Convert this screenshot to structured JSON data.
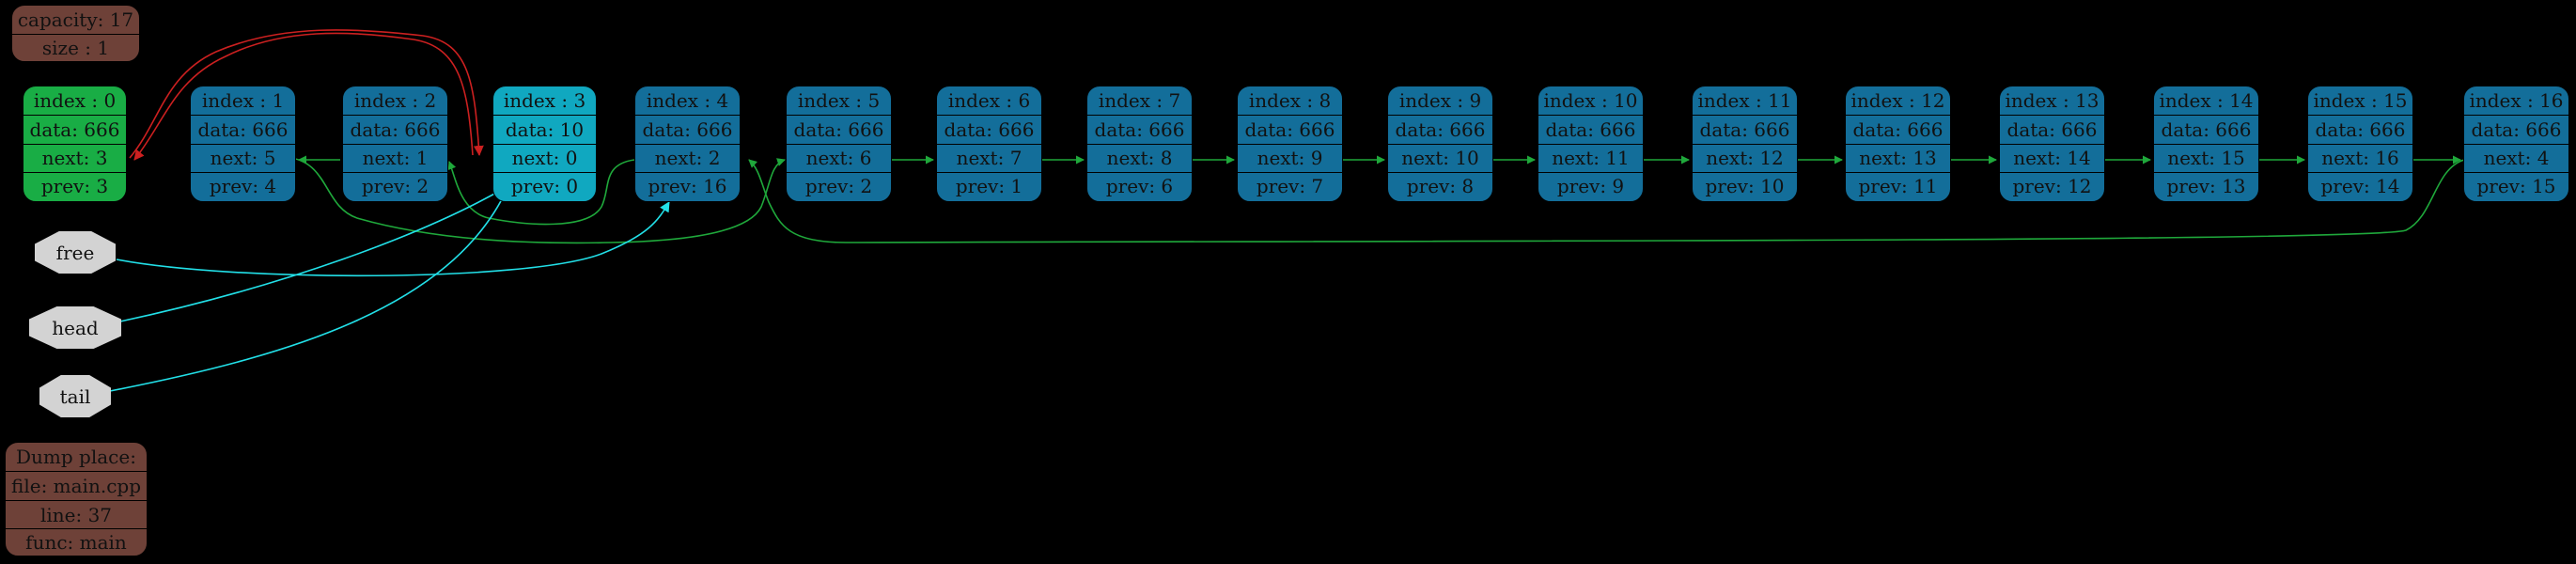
{
  "capacity": "capacity: 17",
  "size": "size : 1",
  "nodes": [
    {
      "index": "index : 0",
      "data": "data: 666",
      "next": "next: 3",
      "prev": "prev: 3"
    },
    {
      "index": "index : 1",
      "data": "data: 666",
      "next": "next: 5",
      "prev": "prev: 4"
    },
    {
      "index": "index : 2",
      "data": "data: 666",
      "next": "next: 1",
      "prev": "prev: 2"
    },
    {
      "index": "index : 3",
      "data": "data: 10",
      "next": "next: 0",
      "prev": "prev: 0"
    },
    {
      "index": "index : 4",
      "data": "data: 666",
      "next": "next: 2",
      "prev": "prev: 16"
    },
    {
      "index": "index : 5",
      "data": "data: 666",
      "next": "next: 6",
      "prev": "prev: 2"
    },
    {
      "index": "index : 6",
      "data": "data: 666",
      "next": "next: 7",
      "prev": "prev: 1"
    },
    {
      "index": "index : 7",
      "data": "data: 666",
      "next": "next: 8",
      "prev": "prev: 6"
    },
    {
      "index": "index : 8",
      "data": "data: 666",
      "next": "next: 9",
      "prev": "prev: 7"
    },
    {
      "index": "index : 9",
      "data": "data: 666",
      "next": "next: 10",
      "prev": "prev: 8"
    },
    {
      "index": "index : 10",
      "data": "data: 666",
      "next": "next: 11",
      "prev": "prev: 9"
    },
    {
      "index": "index : 11",
      "data": "data: 666",
      "next": "next: 12",
      "prev": "prev: 10"
    },
    {
      "index": "index : 12",
      "data": "data: 666",
      "next": "next: 13",
      "prev": "prev: 11"
    },
    {
      "index": "index : 13",
      "data": "data: 666",
      "next": "next: 14",
      "prev": "prev: 12"
    },
    {
      "index": "index : 14",
      "data": "data: 666",
      "next": "next: 15",
      "prev": "prev: 13"
    },
    {
      "index": "index : 15",
      "data": "data: 666",
      "next": "next: 16",
      "prev": "prev: 14"
    },
    {
      "index": "index : 16",
      "data": "data: 666",
      "next": "next: 4",
      "prev": "prev: 15"
    }
  ],
  "pointers": {
    "free": "free",
    "head": "head",
    "tail": "tail"
  },
  "dump": {
    "title": "Dump place:",
    "file": "file: main.cpp",
    "line": "line: 37",
    "func": "func: main"
  },
  "colors": {
    "node": "#136e9a",
    "node_first": "#19ad45",
    "node_active": "#10a8c0",
    "info": "#6e4138",
    "edge_next": "#1fa83b",
    "edge_special": "#cc2020",
    "edge_pointer": "#22e0e8",
    "pointer_fill": "#d3d3d3"
  }
}
